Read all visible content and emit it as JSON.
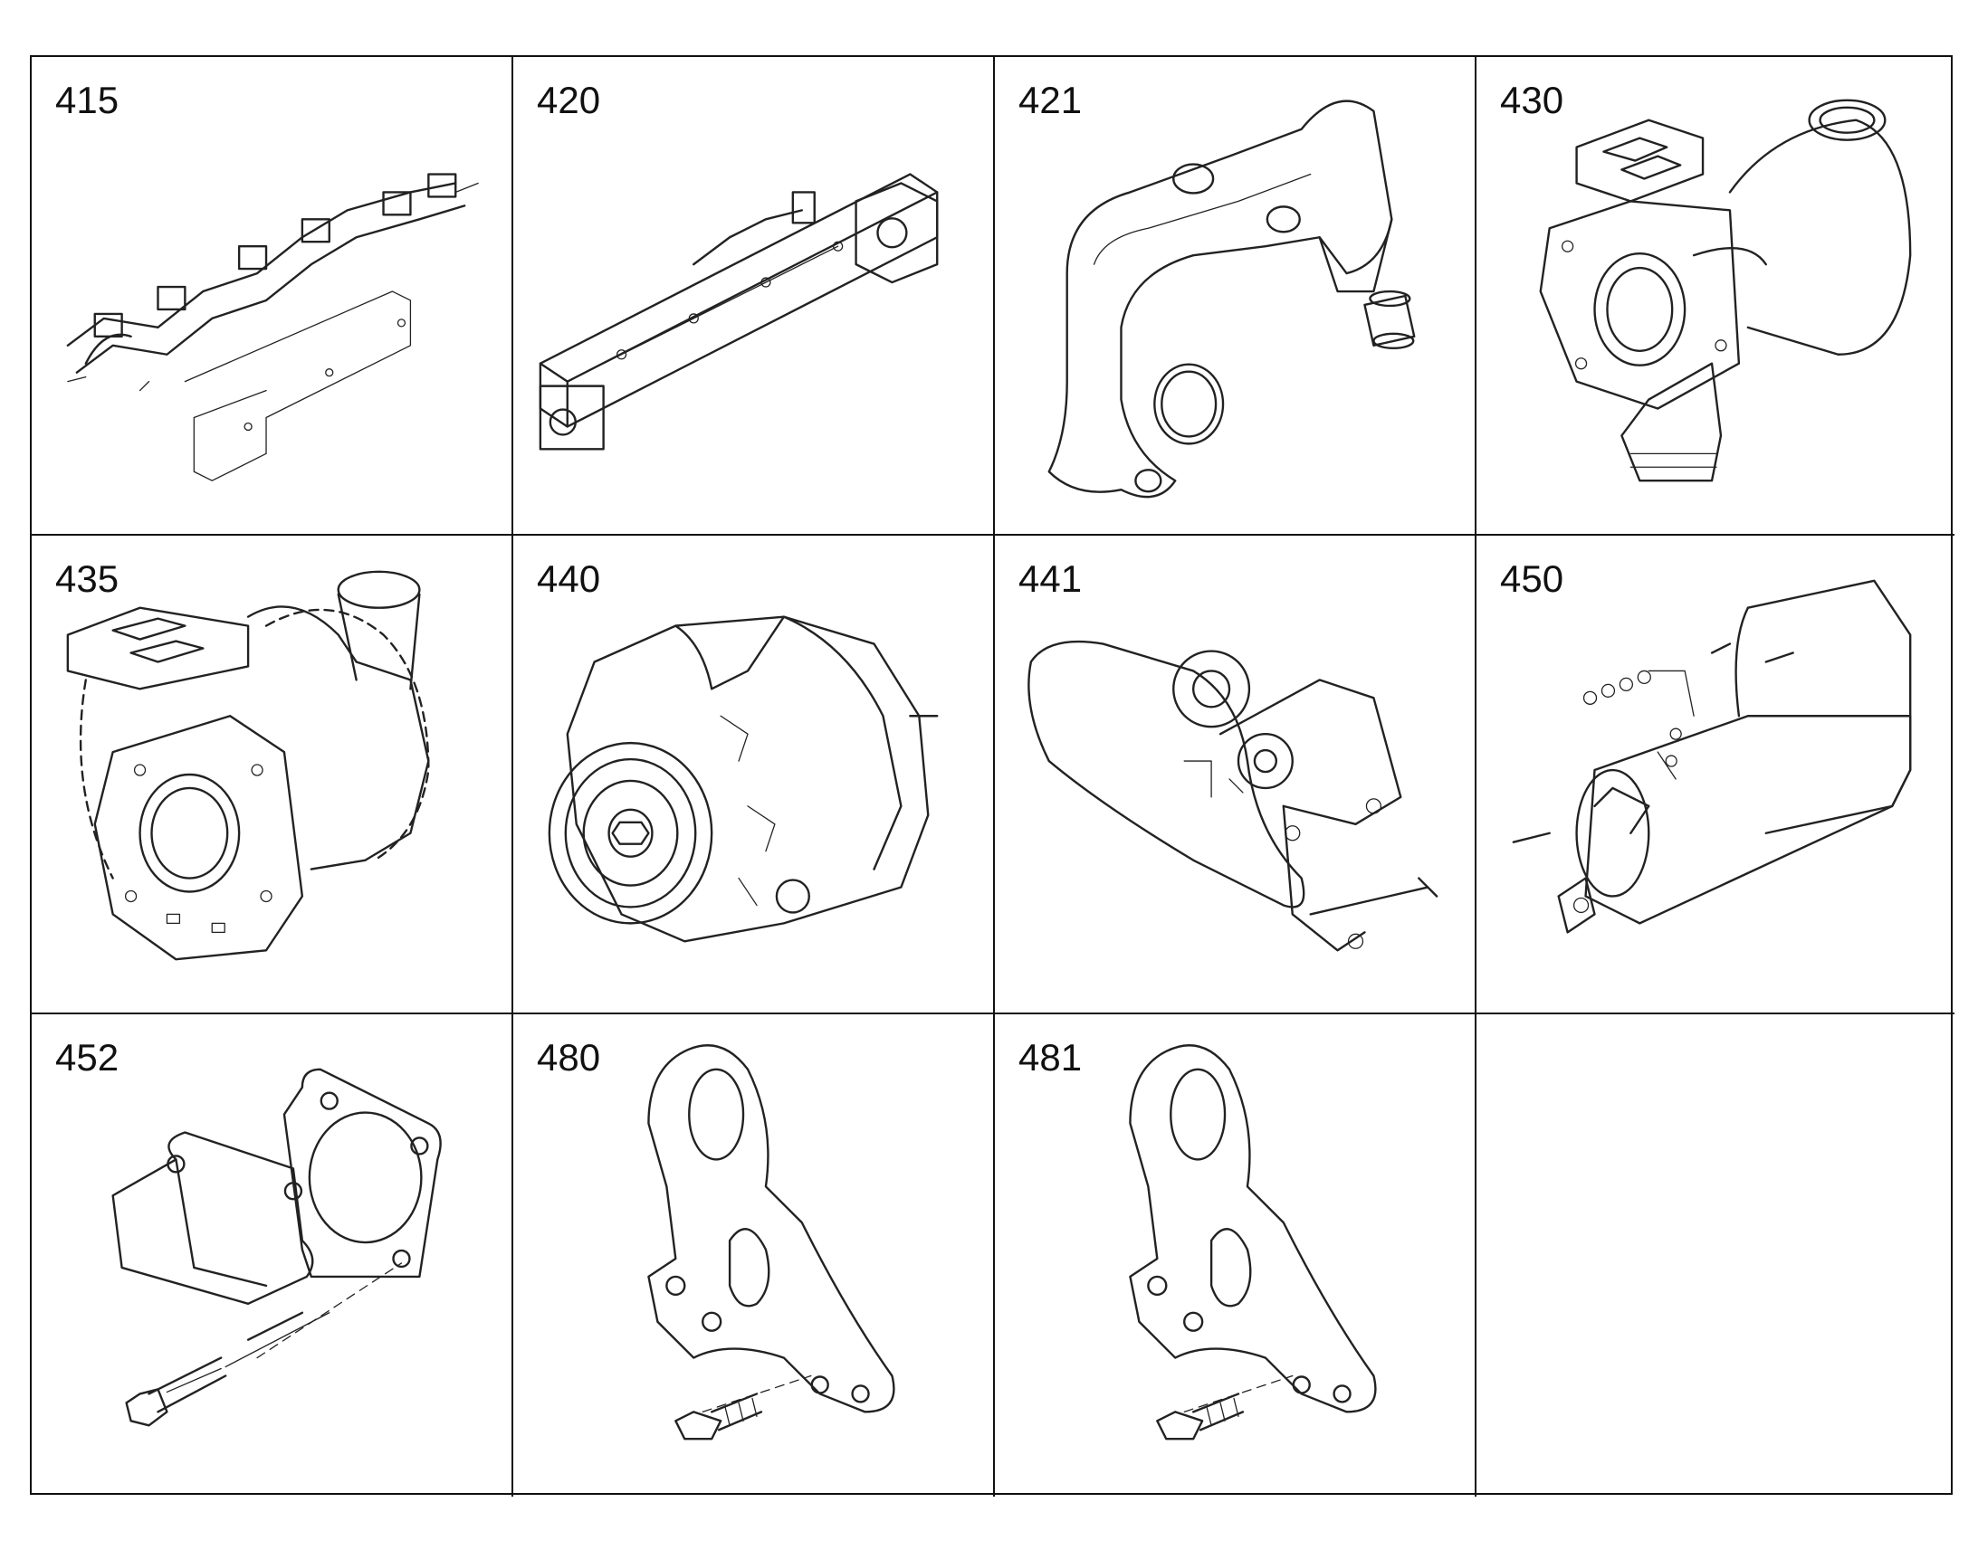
{
  "cells": [
    {
      "number": "415",
      "icon": "exhaust-manifold-icon"
    },
    {
      "number": "420",
      "icon": "egr-cooler-icon"
    },
    {
      "number": "421",
      "icon": "intake-pipe-icon"
    },
    {
      "number": "430",
      "icon": "turbocharger-icon"
    },
    {
      "number": "435",
      "icon": "turbocharger-housing-icon"
    },
    {
      "number": "440",
      "icon": "alternator-icon"
    },
    {
      "number": "441",
      "icon": "belt-tensioner-icon"
    },
    {
      "number": "450",
      "icon": "starter-motor-icon"
    },
    {
      "number": "452",
      "icon": "cover-plate-gasket-icon"
    },
    {
      "number": "480",
      "icon": "lifting-eye-bracket-icon"
    },
    {
      "number": "481",
      "icon": "lifting-eye-bracket-icon"
    },
    {
      "number": "",
      "icon": ""
    }
  ]
}
